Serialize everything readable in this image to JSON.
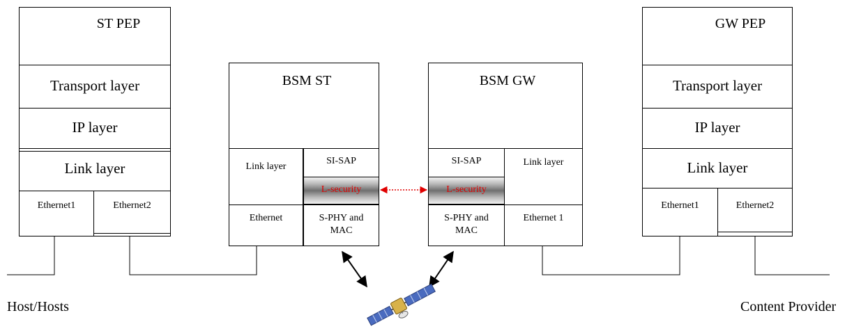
{
  "diagram": {
    "st_pep": {
      "title": "ST PEP",
      "transport": "Transport layer",
      "ip": "IP layer",
      "link": "Link layer",
      "eth1": "Ethernet1",
      "eth2": "Ethernet2"
    },
    "gw_pep": {
      "title": "GW PEP",
      "transport": "Transport layer",
      "ip": "IP layer",
      "link": "Link layer",
      "eth1": "Ethernet1",
      "eth2": "Ethernet2"
    },
    "bsm_st": {
      "title": "BSM ST",
      "link": "Link layer",
      "si_sap": "SI-SAP",
      "lsec": "L-security",
      "ethernet": "Ethernet",
      "sphy_line1": "S-PHY and",
      "sphy_line2": "MAC"
    },
    "bsm_gw": {
      "title": "BSM GW",
      "link": "Link layer",
      "si_sap": "SI-SAP",
      "lsec": "L-security",
      "ethernet": "Ethernet 1",
      "sphy_line1": "S-PHY and",
      "sphy_line2": "MAC"
    },
    "captions": {
      "left": "Host/Hosts",
      "right": "Content Provider"
    },
    "colors": {
      "security_text": "#e00000",
      "line": "#000000"
    },
    "icons": {
      "satellite": "satellite-icon"
    }
  }
}
